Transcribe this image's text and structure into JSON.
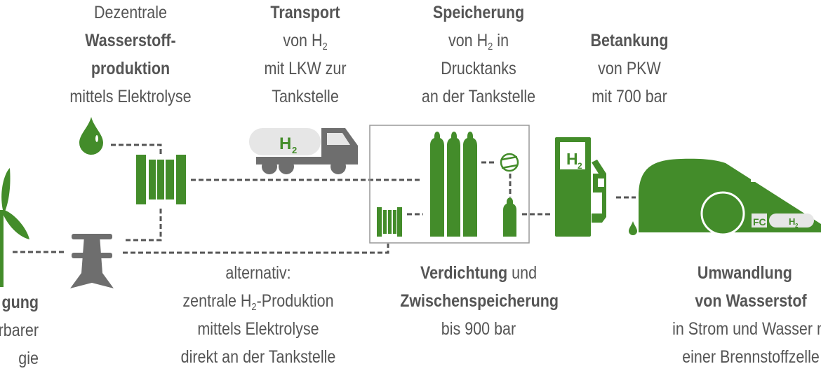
{
  "colors": {
    "green": "#438c2a",
    "gray": "#6e6e6e",
    "light": "#e6e6e6",
    "text": "#555555",
    "box": "#999999"
  },
  "production": {
    "l1": "Dezentrale",
    "l2": "Wasserstoff-",
    "l3": "produktion",
    "l4": "mittels Elektrolyse"
  },
  "transport": {
    "l1": "Transport",
    "l2a": "von H",
    "l2sub": "2",
    "l3": "mit LKW zur",
    "l4": "Tankstelle"
  },
  "storage": {
    "l1": "Speicherung",
    "l2a": "von H",
    "l2sub": "2",
    "l2b": " in",
    "l3": "Drucktanks",
    "l4": "an der Tankstelle"
  },
  "refuel": {
    "l1": "Betankung",
    "l2": "von PKW",
    "l3": "mit 700 bar"
  },
  "energy": {
    "l1": "gung",
    "l2": "rbarer",
    "l3": "gie"
  },
  "alternative": {
    "l1": "alternativ:",
    "l2a": "zentrale H",
    "l2sub": "2",
    "l2b": "-Produktion",
    "l3": "mittels Elektrolyse",
    "l4": "direkt an der Tankstelle"
  },
  "compression": {
    "l1a": "Verdichtung",
    "l1b": " und",
    "l2": "Zwischenspeicherung",
    "l3": "bis 900 bar"
  },
  "conversion": {
    "l1": "Umwandlung",
    "l2": "von Wasserstof",
    "l3": "in Strom und Wasser m",
    "l4": "einer Brennstoffzelle"
  },
  "icons": {
    "truck_label": "H",
    "truck_sub": "2",
    "pump_label": "H",
    "pump_sub": "2",
    "car_fc": "FC",
    "car_h": "H",
    "car_sub": "2",
    "names": [
      "wind-turbine",
      "water-drop",
      "electrolyzer",
      "power-pylon",
      "truck",
      "gas-cylinder",
      "compressor",
      "fuel-pump",
      "fuel-cell-car"
    ]
  }
}
